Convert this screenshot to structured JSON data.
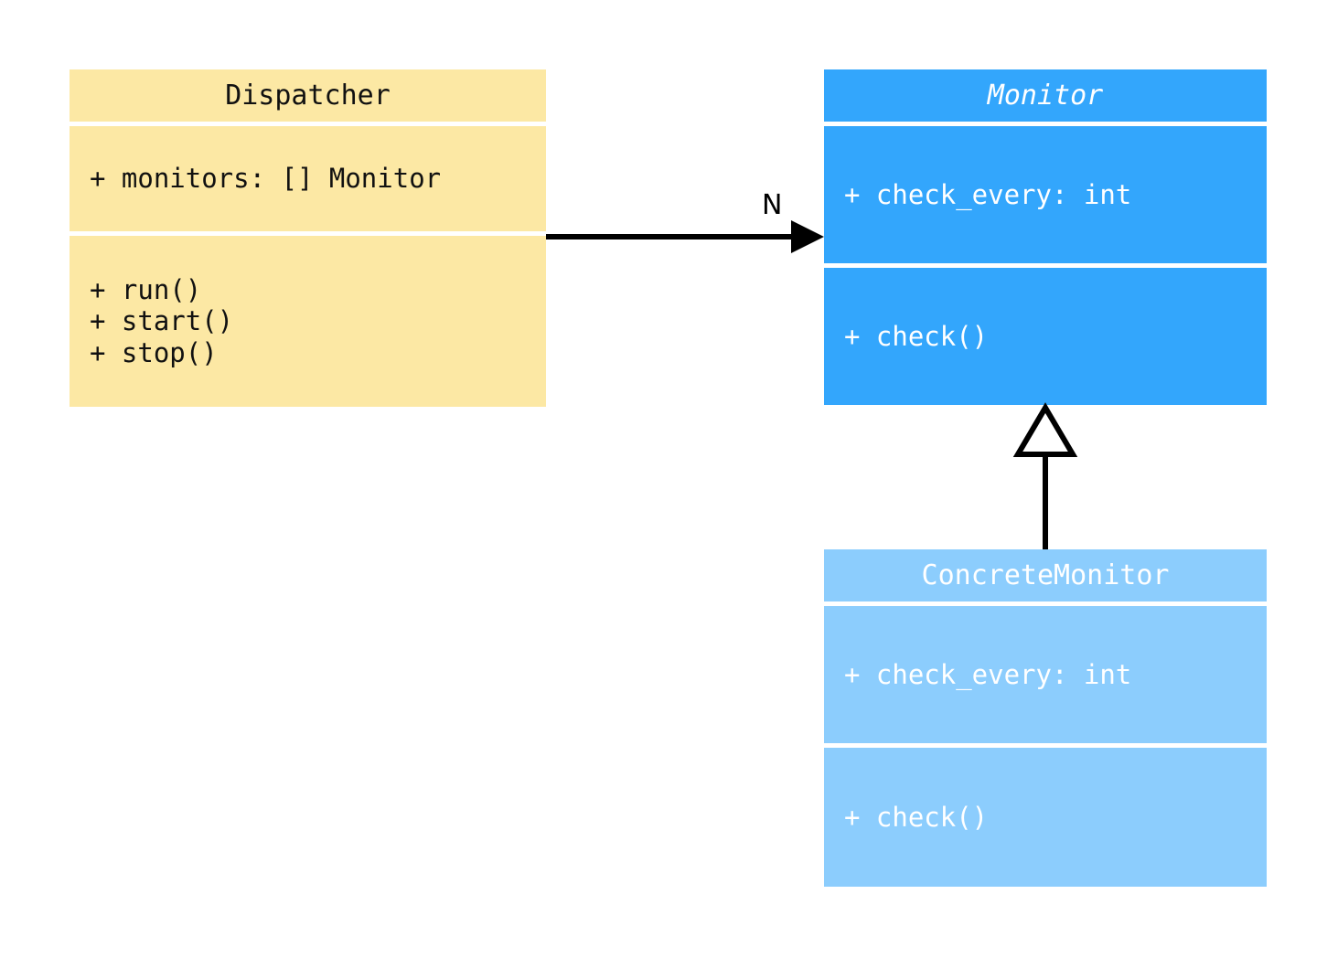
{
  "diagram": {
    "type": "uml-class-diagram",
    "background": "#ffffff"
  },
  "classes": [
    {
      "id": "dispatcher",
      "name": "Dispatcher",
      "abstract": false,
      "fill": "#fce8a4",
      "text_color": "#111111",
      "attributes": [
        "+ monitors: [] Monitor"
      ],
      "methods": [
        "+ run()",
        "+ start()",
        "+ stop()"
      ]
    },
    {
      "id": "monitor",
      "name": "Monitor",
      "abstract": true,
      "fill": "#33a6fc",
      "text_color": "#ffffff",
      "attributes": [
        "+ check_every: int"
      ],
      "methods": [
        "+ check()"
      ]
    },
    {
      "id": "concrete_monitor",
      "name": "ConcreteMonitor",
      "abstract": false,
      "fill": "#8ccdfd",
      "text_color": "#ffffff",
      "attributes": [
        "+ check_every: int"
      ],
      "methods": [
        "+ check()"
      ]
    }
  ],
  "relationships": [
    {
      "id": "dispatcher-to-monitor",
      "kind": "association",
      "from": "Dispatcher",
      "to": "Monitor",
      "label": "N",
      "arrow": "filled-arrowhead",
      "line": "solid",
      "color": "#000000"
    },
    {
      "id": "concretemonitor-to-monitor",
      "kind": "generalization",
      "from": "ConcreteMonitor",
      "to": "Monitor",
      "label": "",
      "arrow": "hollow-triangle",
      "line": "solid",
      "color": "#000000"
    }
  ]
}
